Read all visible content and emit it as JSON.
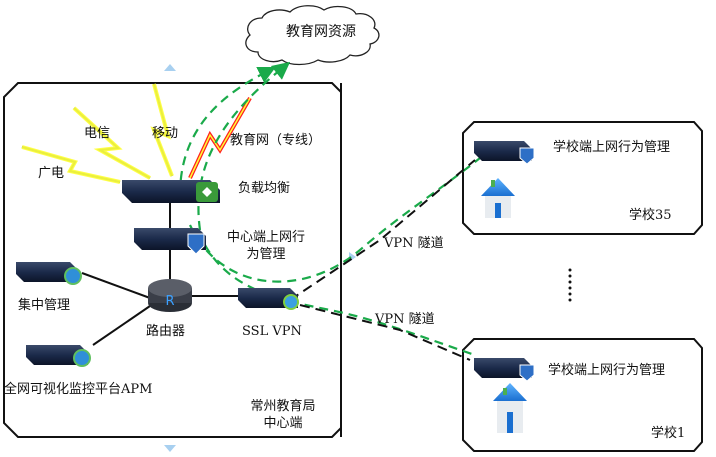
{
  "cloud": {
    "label": "教育网资源"
  },
  "center": {
    "region_label_line1": "常州教育局",
    "region_label_line2": "中心端",
    "isp": {
      "telecom": "电信",
      "mobile": "移动",
      "broadcast": "广电",
      "edu": "教育网（专线）"
    },
    "load_balancer": "负载均衡",
    "behavior_mgmt_line1": "中心端上网行",
    "behavior_mgmt_line2": "为管理",
    "central_mgmt": "集中管理",
    "router": "路由器",
    "ssl_vpn": "SSL VPN",
    "apm": "全网可视化监控平台APM"
  },
  "tunnels": [
    "VPN 隧道",
    "VPN 隧道"
  ],
  "schools": [
    {
      "device_label": "学校端上网行为管理",
      "name": "学校35"
    },
    {
      "device_label": "学校端上网行为管理",
      "name": "学校1"
    }
  ],
  "colors": {
    "green_dash": "#1aaa4a",
    "black_dash": "#111111",
    "bolt_yellow": "#ffff33",
    "bolt_red": "#ff2020",
    "device_blue": "#1f3a6e"
  }
}
